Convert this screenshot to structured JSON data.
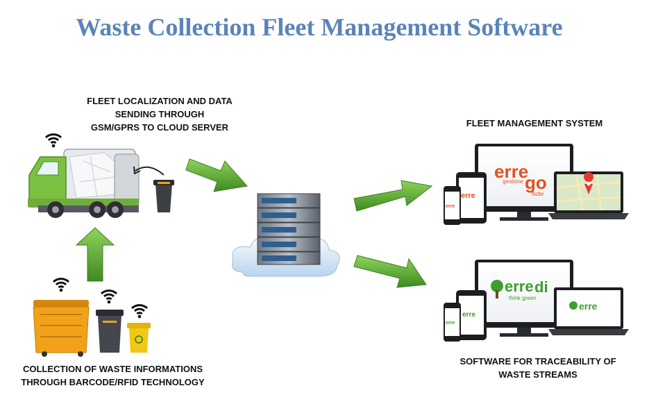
{
  "title": "Waste Collection Fleet Management Software",
  "captions": {
    "fleet_localization": "FLEET LOCALIZATION AND DATA\nSENDING THROUGH\nGSM/GPRS TO CLOUD SERVER",
    "collection": "COLLECTION OF WASTE INFORMATIONS\nTHROUGH BARCODE/RFID TECHNOLOGY",
    "fleet_management": "FLEET MANAGEMENT SYSTEM",
    "traceability": "SOFTWARE FOR TRACEABILITY OF\nWASTE STREAMS"
  },
  "brands": {
    "errego_top": "erre",
    "errego_bottom": "go",
    "errego_sub1": "gestione",
    "errego_sub2": "flotte",
    "erredi_top": "erre",
    "erredi_bottom": "di",
    "erredi_sub": "think green"
  },
  "colors": {
    "title": "#5b84b8",
    "arrow_green": "#5aa832",
    "truck_green": "#7cc242",
    "errego_orange": "#e8501f",
    "erredi_green": "#3f9e2e",
    "bin_orange": "#f2a21a",
    "bin_yellow": "#f2c814"
  }
}
